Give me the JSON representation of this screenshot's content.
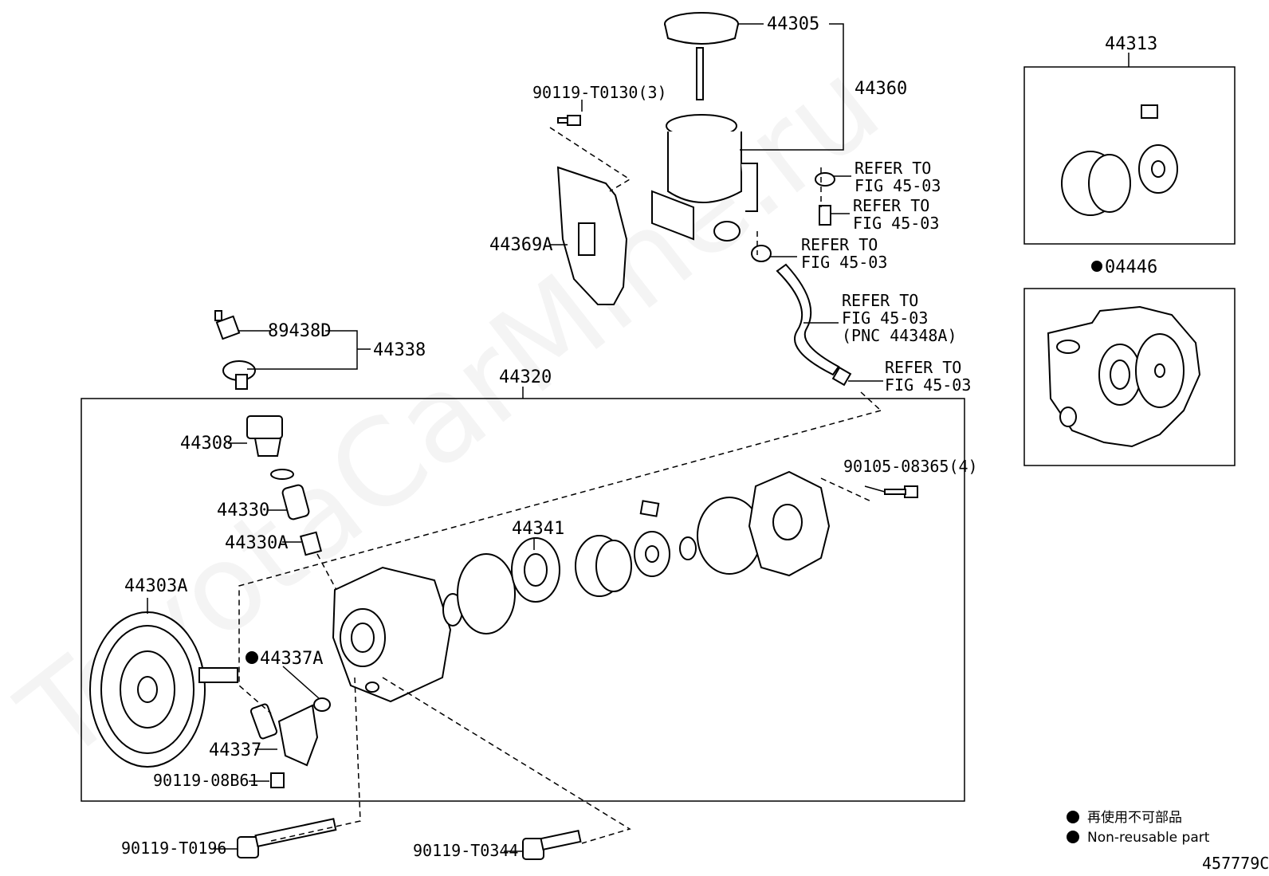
{
  "watermark": "ToyotaCarMine.ru",
  "diagram_id": "457779C",
  "legend": {
    "symbol": "●",
    "jp_label": "再使用不可部品",
    "en_label": "Non-reusable part"
  },
  "labels": {
    "p44305": "44305",
    "p44360": "44360",
    "p90119_T0130": "90119-T0130(3)",
    "p44369A": "44369A",
    "ref1a": "REFER TO",
    "ref1b": "FIG 45-03",
    "ref2a": "REFER TO",
    "ref2b": "FIG 45-03",
    "ref3a": "REFER TO",
    "ref3b": "FIG 45-03",
    "ref4a": "REFER TO",
    "ref4b": "FIG 45-03",
    "ref4c": "(PNC 44348A)",
    "ref5a": "REFER TO",
    "ref5b": "FIG 45-03",
    "p89438D": "89438D",
    "p44338": "44338",
    "p44320": "44320",
    "p44308": "44308",
    "p44330": "44330",
    "p44330A": "44330A",
    "p44341": "44341",
    "p90105": "90105-08365(4)",
    "p44303A": "44303A",
    "p44337A": "44337A",
    "p44337": "44337",
    "p90119_08B61": "90119-08B61",
    "p90119_T0196": "90119-T0196",
    "p90119_T0344": "90119-T0344",
    "p44313": "44313",
    "p04446": "04446"
  },
  "icons": [
    "filled-dot-icon"
  ]
}
